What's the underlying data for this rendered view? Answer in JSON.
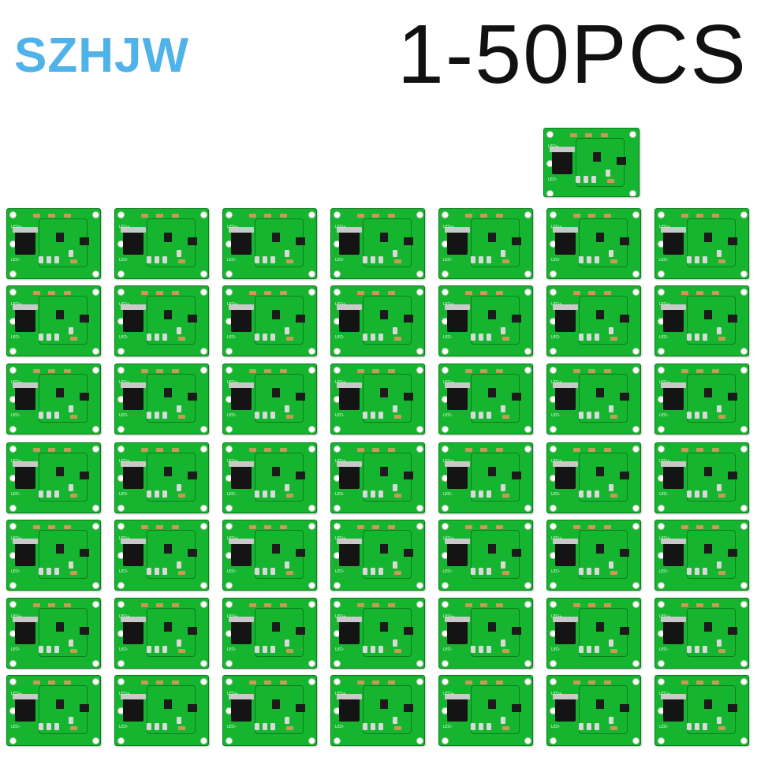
{
  "brand": {
    "name": "SZHJW",
    "color": "#4fb3ea"
  },
  "headline": {
    "quantity": "1-50PCS",
    "color": "#111111"
  },
  "product": {
    "board_color": "#16b52f",
    "rows": 7,
    "columns": 7,
    "extra_top_board": 1,
    "silkscreen": {
      "label_top": "LED+",
      "label_bottom": "LED-"
    }
  }
}
